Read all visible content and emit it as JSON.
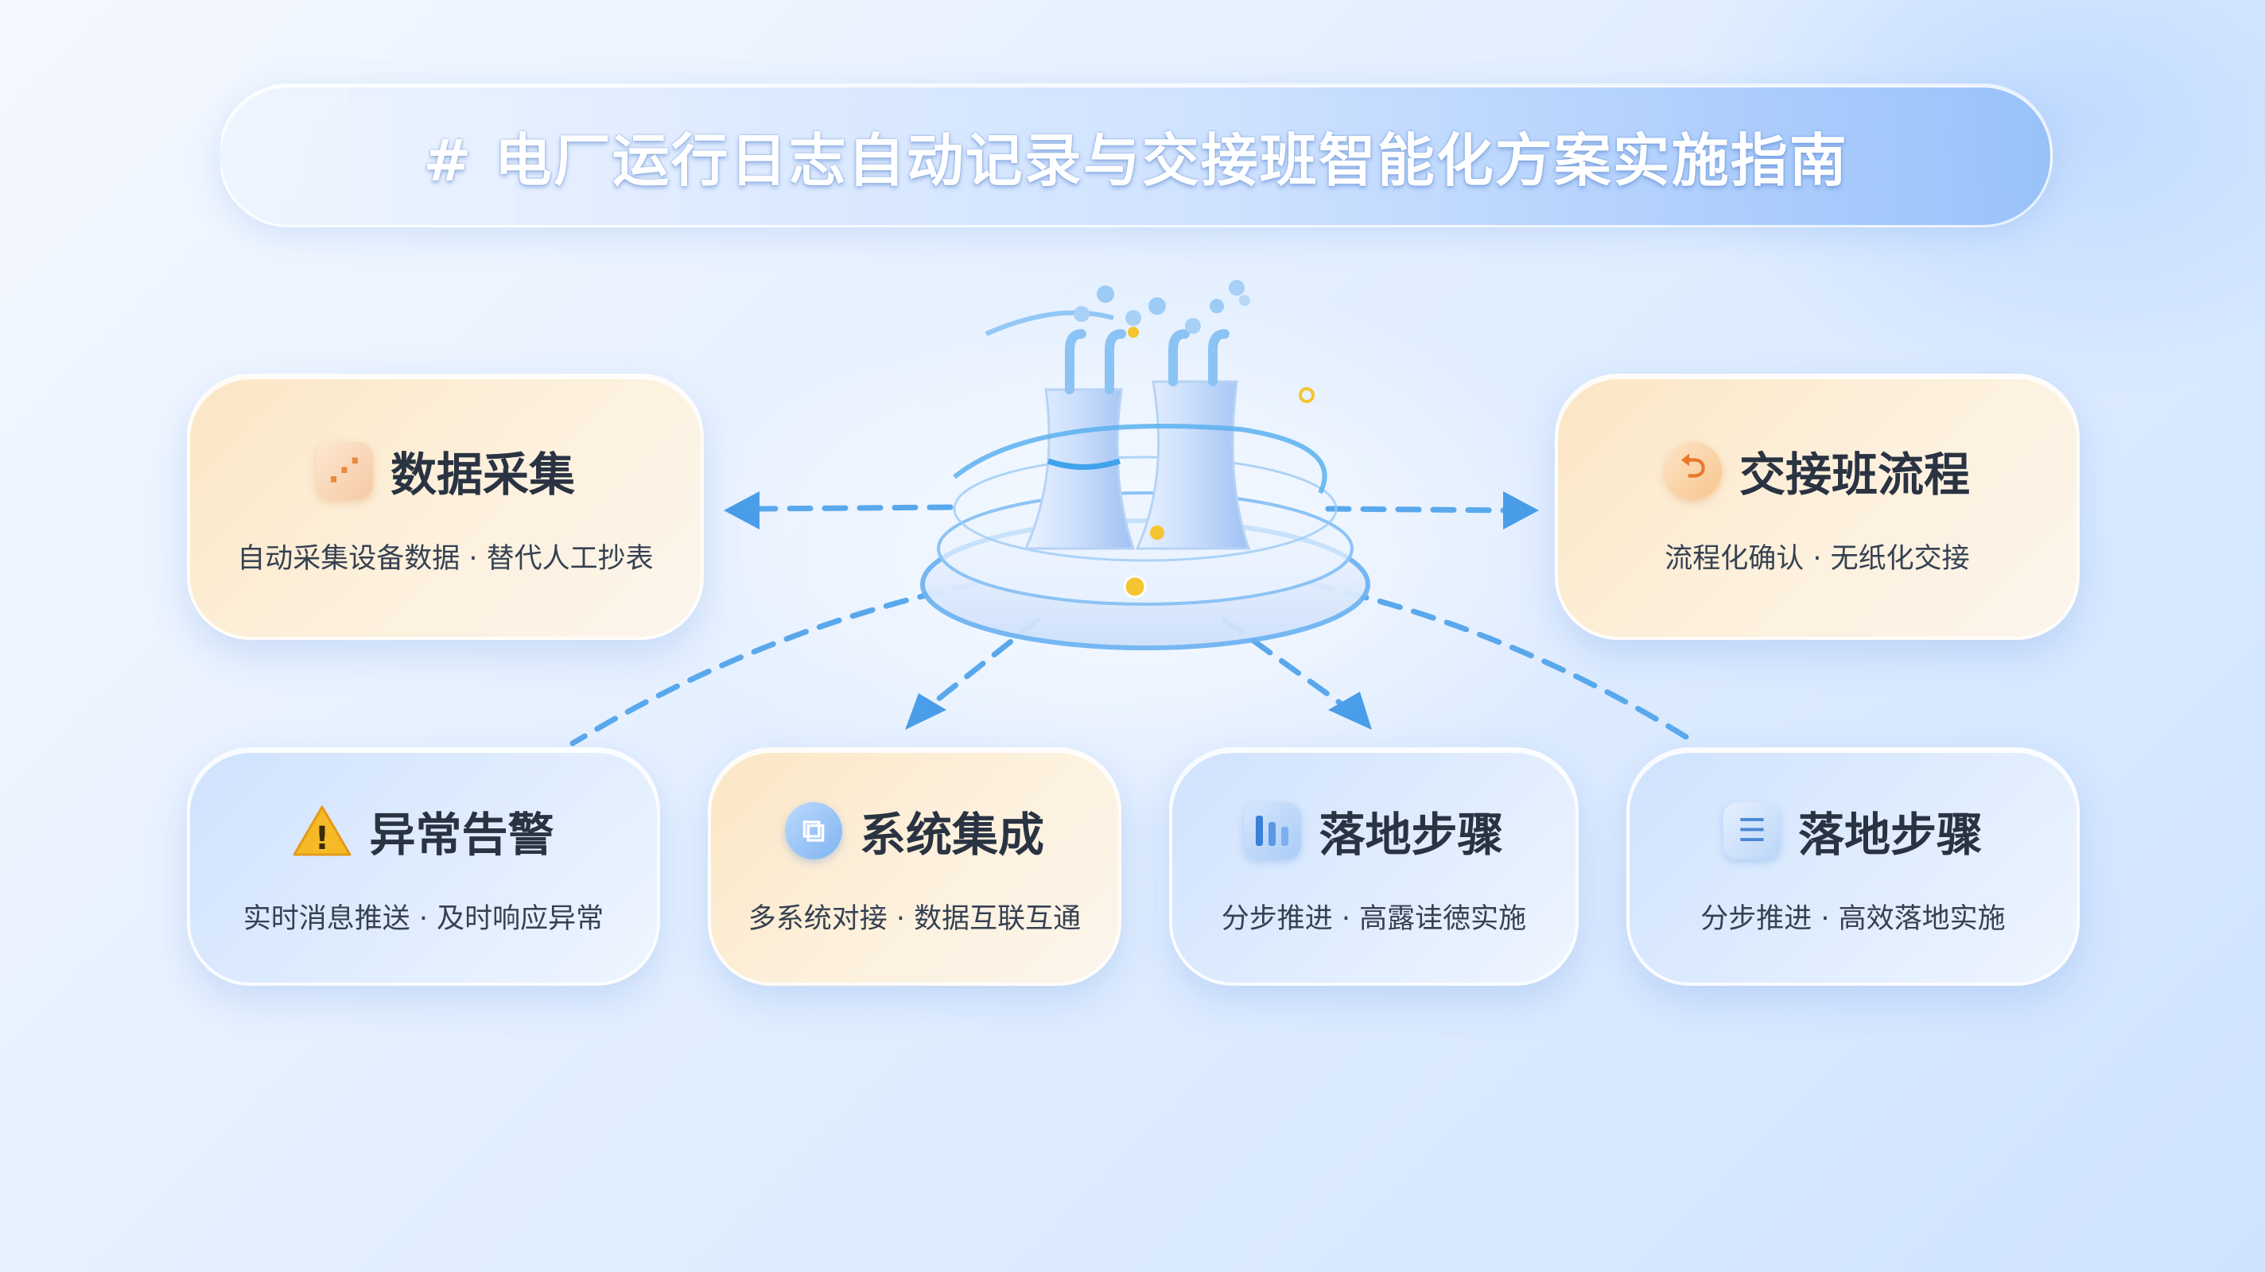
{
  "title": "# 电厂运行日志自动记录与交接班智能化方案实施指南",
  "cards": [
    {
      "id": "data",
      "title": "数据采集",
      "desc": "自动采集设备数据 · 替代人工抄表",
      "icon": "data-chart-icon",
      "icon_glyph": "⋰"
    },
    {
      "id": "handover",
      "title": "交接班流程",
      "desc": "流程化确认 · 无纸化交接",
      "icon": "handover-arrow-icon",
      "icon_glyph": "⮌"
    },
    {
      "id": "alert",
      "title": "异常告警",
      "desc": "实时消息推送 · 及时响应异常",
      "icon": "warning-triangle-icon",
      "icon_glyph": "!"
    },
    {
      "id": "system",
      "title": "系统集成",
      "desc": "多系统对接 · 数据互联互通",
      "icon": "integration-icon",
      "icon_glyph": "⧉"
    },
    {
      "id": "steps1",
      "title": "落地步骤",
      "desc": "分步推进 · 高露诖徳实施",
      "icon": "steps-bars-icon",
      "icon_glyph": "▯"
    },
    {
      "id": "steps2",
      "title": "落地步骤",
      "desc": "分步推进 · 高效落地实施",
      "icon": "document-list-icon",
      "icon_glyph": "☰"
    }
  ],
  "colors": {
    "accent_blue": "#4a9de8",
    "warm_card": "#fbe6c4",
    "cool_card": "#cfe2fd",
    "title_text": "#ffffff"
  }
}
